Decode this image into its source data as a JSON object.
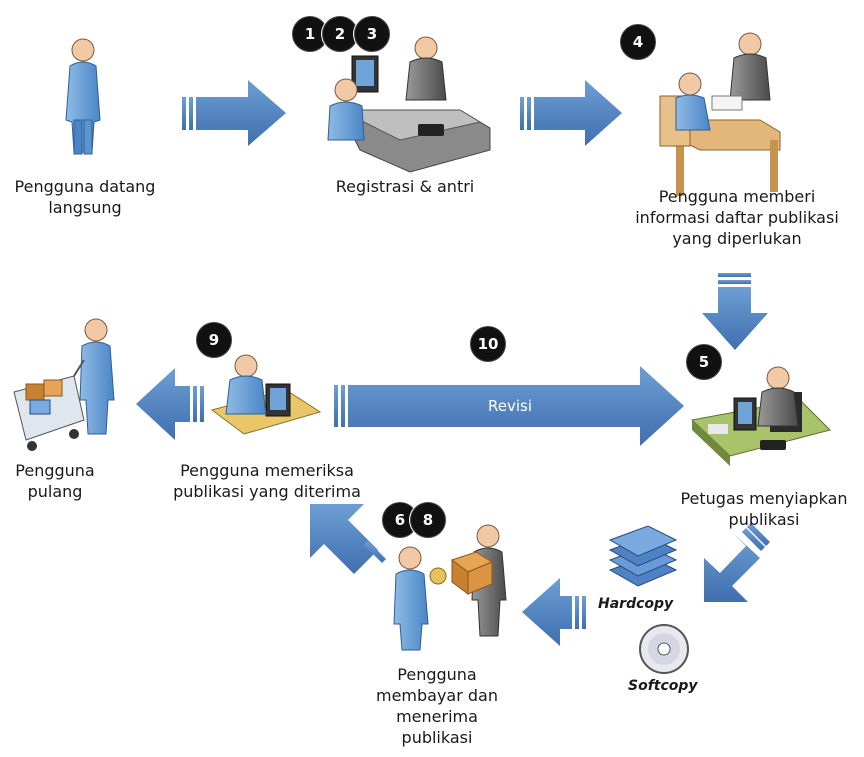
{
  "steps": {
    "s1": "Pengguna datang langsung",
    "s2": "Registrasi & antri",
    "s3": "Pengguna memberi informasi daftar publikasi yang diperlukan",
    "s4": "Petugas menyiapkan publikasi",
    "s5": "Pengguna membayar dan menerima publikasi",
    "s6": "Pengguna memeriksa publikasi yang diterima",
    "s7": "Pengguna pulang"
  },
  "badges": {
    "b1": "1",
    "b2": "2",
    "b3": "3",
    "b4": "4",
    "b5": "5",
    "b6": "6",
    "b8": "8",
    "b9": "9",
    "b10": "10"
  },
  "revisi_label": "Revisi",
  "hardcopy_label": "Hardcopy",
  "softcopy_label": "Softcopy",
  "colors": {
    "arrow": "#4a7fbf",
    "person_blue": "#5b9bd5",
    "badge": "#111111"
  }
}
